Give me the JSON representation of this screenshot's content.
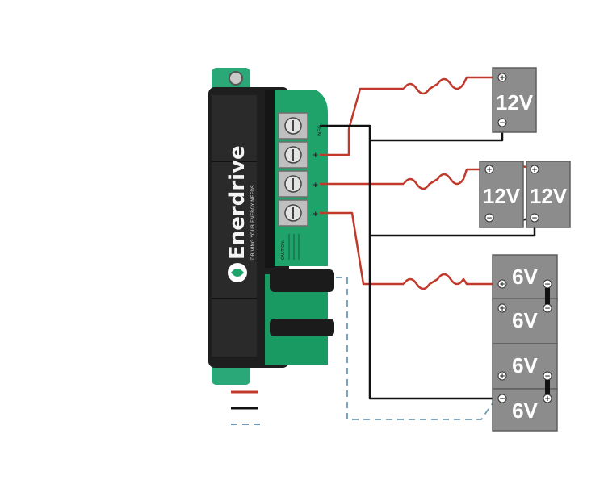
{
  "charger": {
    "brand": "Enerdrive",
    "tagline": "DRIVING YOUR ENERGY NEEDS",
    "caution_title": "CAUTION:",
    "neg_label": "NEG"
  },
  "terminals": {
    "plus": "+",
    "minus": "−"
  },
  "banks": [
    {
      "label": "12V"
    },
    {
      "label": "12V"
    },
    {
      "label": "12V"
    },
    {
      "label": "6V"
    },
    {
      "label": "6V"
    },
    {
      "label": "6V"
    },
    {
      "label": "6V"
    }
  ],
  "legend": [
    {
      "color": "#c0392b",
      "style": "solid"
    },
    {
      "color": "#111111",
      "style": "solid"
    },
    {
      "color": "#6f9bb4",
      "style": "dashed"
    }
  ],
  "colors": {
    "positive_wire": "#c0392b",
    "negative_wire": "#111111",
    "sensor_wire": "#6f9bb4",
    "battery_fill": "#8c8c8c",
    "charger_body": "#1e1e1e",
    "panel_green": "#1fa36b"
  }
}
